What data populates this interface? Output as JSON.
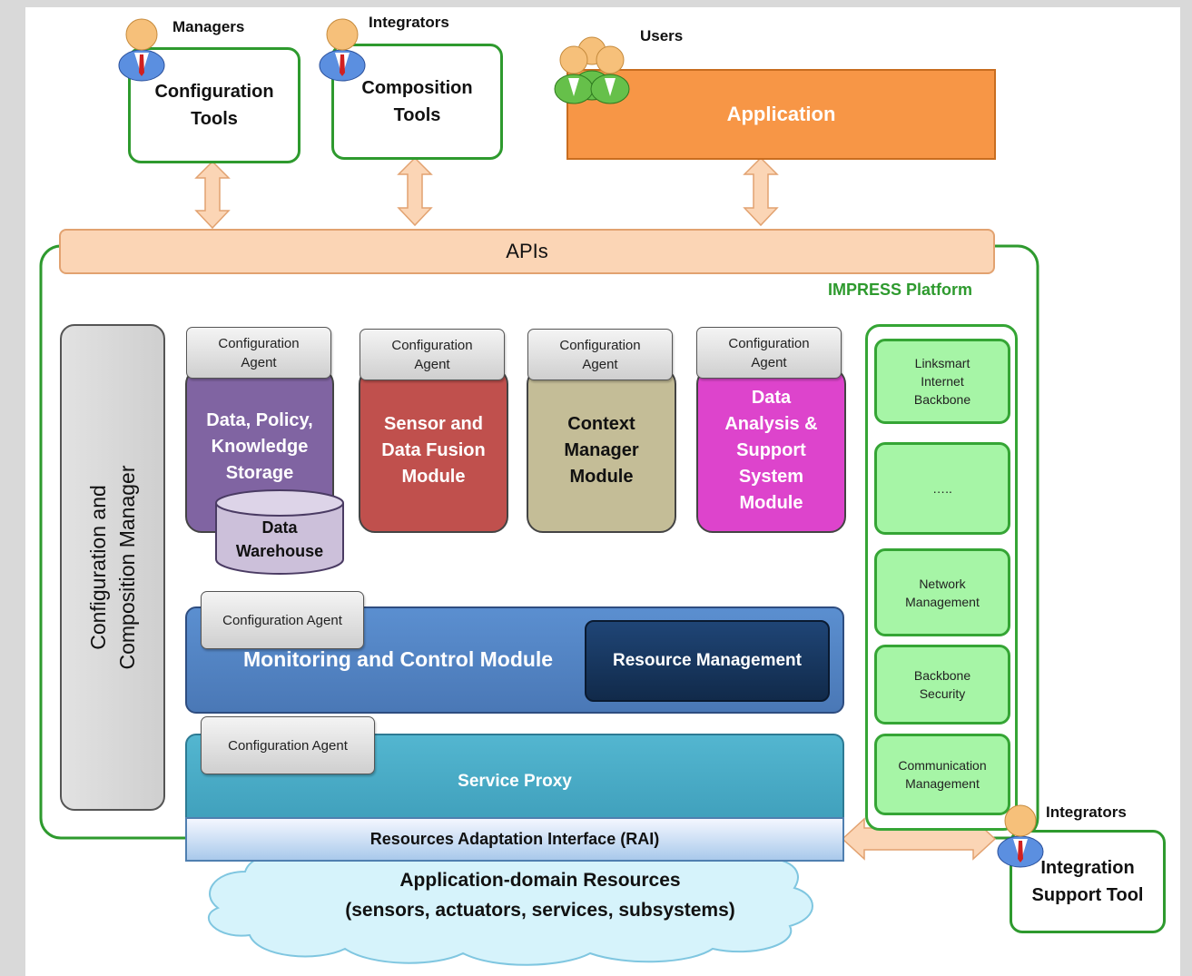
{
  "diagram": {
    "roles": {
      "managers": "Managers",
      "integrators_top": "Integrators",
      "users": "Users",
      "integrators_bottom": "Integrators"
    },
    "tools": {
      "configuration": "Configuration\nTools",
      "composition": "Composition\nTools",
      "application": "Application",
      "integration_support": "Integration\nSupport  Tool"
    },
    "apis": "APIs",
    "platform_label": "IMPRESS Platform",
    "left_manager": "Configuration and\nComposition Manager",
    "agent_label": "Configuration\nAgent",
    "agent_label_wide": "Configuration Agent",
    "modules": {
      "data_policy": "Data, Policy,\nKnowledge\nStorage",
      "data_warehouse": "Data\nWarehouse",
      "sensor_fusion": "Sensor and\nData Fusion\nModule",
      "context_manager": "Context\nManager\nModule",
      "data_analysis": "Data\nAnalysis &\nSupport\nSystem\nModule",
      "monitoring": "Monitoring and Control Module",
      "resource_mgmt": "Resource Management",
      "service_proxy": "Service Proxy",
      "rai": "Resources  Adaptation  Interface (RAI)"
    },
    "resources": "Application-domain Resources\n(sensors, actuators, services, subsystems)",
    "side_items": [
      "Linksmart\nInternet\nBackbone",
      "…..",
      "Network\nManagement",
      "Backbone\nSecurity",
      "Communication\nManagement"
    ],
    "colors": {
      "platform_border": "#2e9a2e",
      "apis_fill": "#fbd5b5",
      "application_fill": "#f79646",
      "data_policy_fill": "#8064a2",
      "sensor_fill": "#c0504d",
      "context_fill": "#c4bd97",
      "analysis_fill": "#dd44cc",
      "monitoring_fill": "#4f81bd",
      "resource_mgmt_fill": "#17375e",
      "service_proxy_fill": "#4bacc6",
      "side_fill": "#a6f5a6",
      "cloud_fill": "#d6f3fb"
    },
    "icons": [
      "manager-person-icon",
      "integrator-person-icon",
      "users-group-icon",
      "double-arrow-icon",
      "cylinder-icon",
      "cloud-icon"
    ]
  }
}
